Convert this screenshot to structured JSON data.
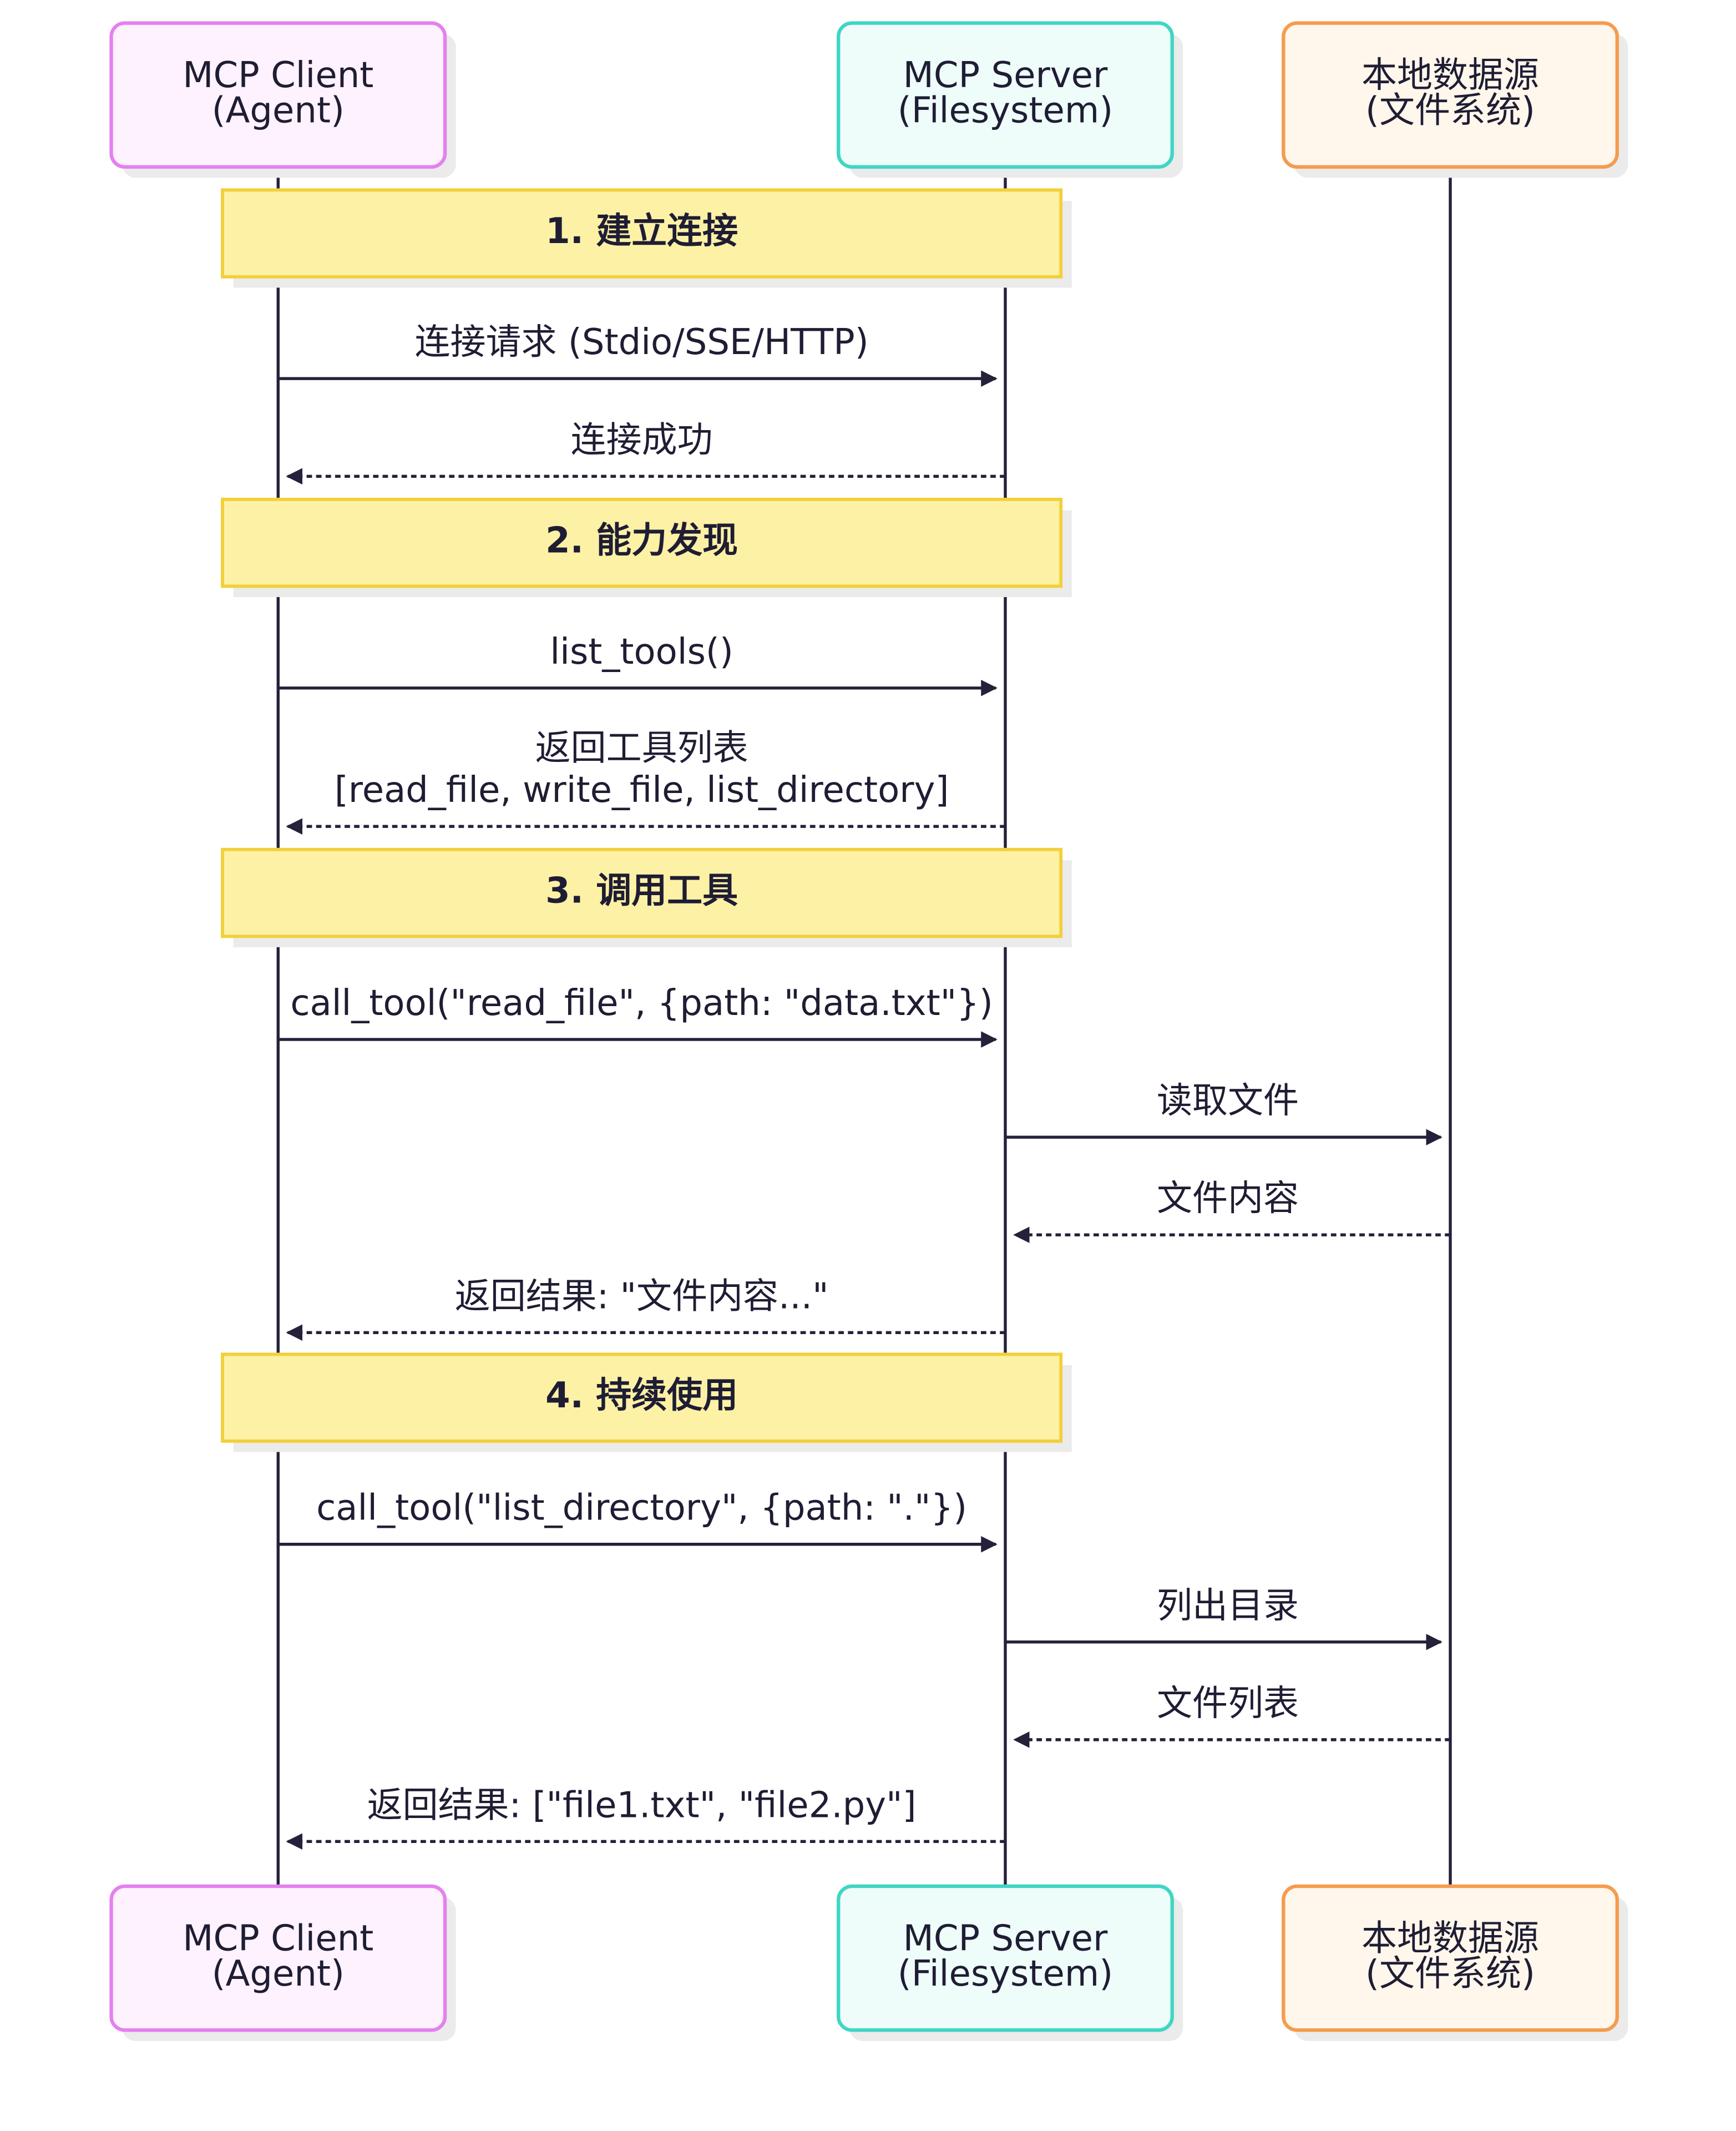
{
  "actors": [
    {
      "id": "client",
      "lines": [
        "MCP Client",
        "(Agent)"
      ],
      "border": "#e580f0",
      "fill": "#fdf2fe"
    },
    {
      "id": "server",
      "lines": [
        "MCP Server",
        "(Filesystem)"
      ],
      "border": "#3fd6c4",
      "fill": "#eefcfa"
    },
    {
      "id": "local",
      "lines": [
        "本地数据源",
        "(文件系统)"
      ],
      "border": "#f59c4e",
      "fill": "#fff6ec"
    }
  ],
  "notes": [
    {
      "label": "1. 建立连接"
    },
    {
      "label": "2. 能力发现"
    },
    {
      "label": "3. 调用工具"
    },
    {
      "label": "4. 持续使用"
    }
  ],
  "messages": [
    {
      "from": "client",
      "to": "server",
      "style": "solid",
      "lines": [
        "连接请求 (Stdio/SSE/HTTP)"
      ]
    },
    {
      "from": "server",
      "to": "client",
      "style": "dashed",
      "lines": [
        "连接成功"
      ]
    },
    {
      "from": "client",
      "to": "server",
      "style": "solid",
      "lines": [
        "list_tools()"
      ]
    },
    {
      "from": "server",
      "to": "client",
      "style": "dashed",
      "lines": [
        "返回工具列表",
        "[read_file, write_file, list_directory]"
      ]
    },
    {
      "from": "client",
      "to": "server",
      "style": "solid",
      "lines": [
        "call_tool(\"read_file\", {path: \"data.txt\"})"
      ]
    },
    {
      "from": "server",
      "to": "local",
      "style": "solid",
      "lines": [
        "读取文件"
      ]
    },
    {
      "from": "local",
      "to": "server",
      "style": "dashed",
      "lines": [
        "文件内容"
      ]
    },
    {
      "from": "server",
      "to": "client",
      "style": "dashed",
      "lines": [
        "返回结果: \"文件内容...\""
      ]
    },
    {
      "from": "client",
      "to": "server",
      "style": "solid",
      "lines": [
        "call_tool(\"list_directory\", {path: \".\"})"
      ]
    },
    {
      "from": "server",
      "to": "local",
      "style": "solid",
      "lines": [
        "列出目录"
      ]
    },
    {
      "from": "local",
      "to": "server",
      "style": "dashed",
      "lines": [
        "文件列表"
      ]
    },
    {
      "from": "server",
      "to": "client",
      "style": "dashed",
      "lines": [
        "返回结果: [\"file1.txt\", \"file2.py\"]"
      ]
    }
  ],
  "colors": {
    "line": "#24213a",
    "note_fill": "#fdf1a6",
    "note_border": "#f2d03a",
    "shadow": "#ebebeb"
  }
}
